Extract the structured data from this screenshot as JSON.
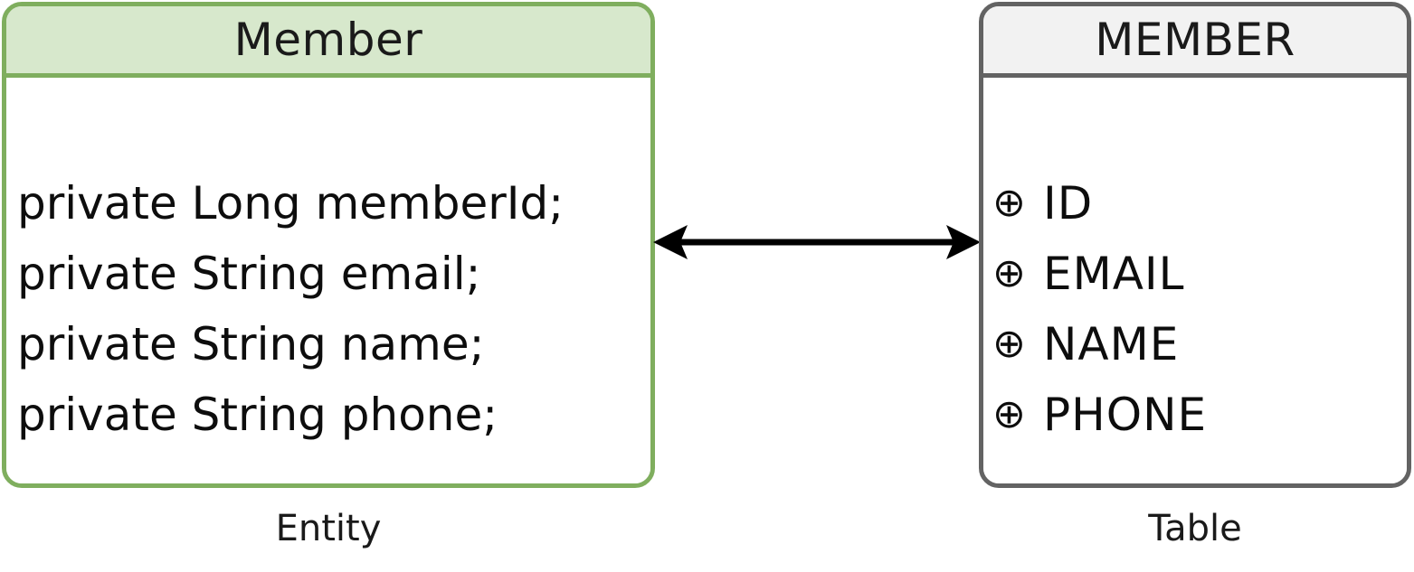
{
  "diagram": {
    "entity": {
      "title": "Member",
      "caption": "Entity",
      "border_color": "#7fae5e",
      "header_fill": "#d7e8cc",
      "fields": [
        "private Long memberId;",
        "private String email;",
        "private String name;",
        "private String phone;"
      ]
    },
    "table": {
      "title": "MEMBER",
      "caption": "Table",
      "border_color": "#636363",
      "header_fill": "#f2f2f2",
      "bullet_glyph": "⊕",
      "columns": [
        "ID",
        "EMAIL",
        "NAME",
        "PHONE"
      ]
    },
    "connector": {
      "kind": "double-headed-arrow",
      "color": "#000000"
    }
  }
}
